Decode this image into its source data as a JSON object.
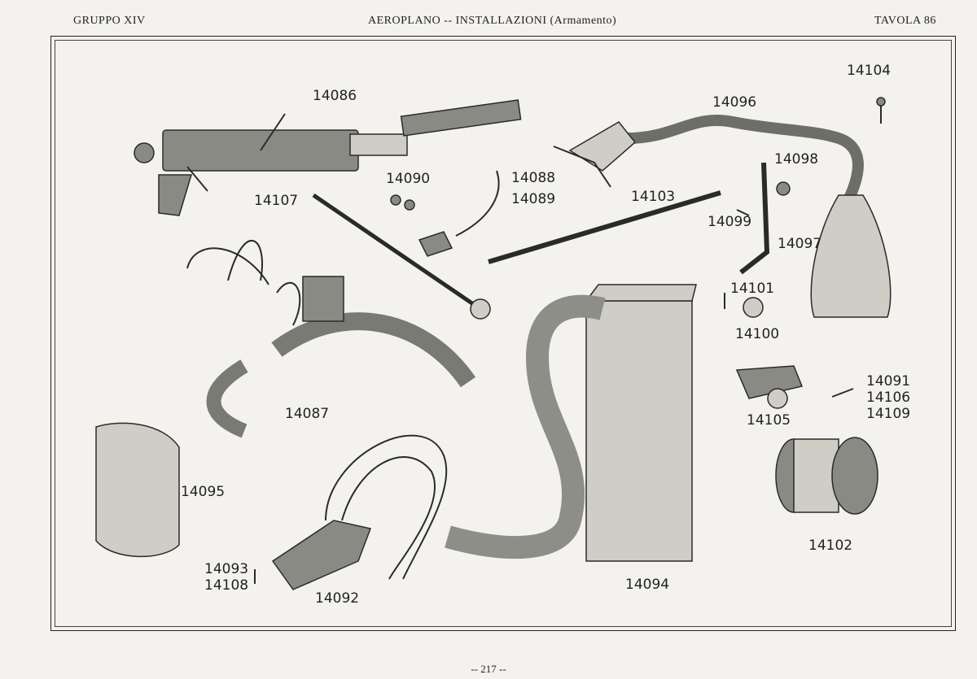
{
  "header": {
    "left": "GRUPPO XIV",
    "center": "AEROPLANO -- INSTALLAZIONI (Armamento)",
    "right": "TAVOLA 86"
  },
  "labels": {
    "p14086": "14086",
    "p14096": "14096",
    "p14104": "14104",
    "p14090": "14090",
    "p14088": "14088",
    "p14089": "14089",
    "p14107": "14107",
    "p14103": "14103",
    "p14098": "14098",
    "p14099": "14099",
    "p14097": "14097",
    "p14101": "14101",
    "p14100": "14100",
    "p14087": "14087",
    "p14091": "14091",
    "p14106": "14106",
    "p14109": "14109",
    "p14105": "14105",
    "p14095": "14095",
    "p14102": "14102",
    "p14093": "14093",
    "p14108": "14108",
    "p14092": "14092",
    "p14094": "14094"
  },
  "footer": {
    "page": "-- 217 --"
  }
}
